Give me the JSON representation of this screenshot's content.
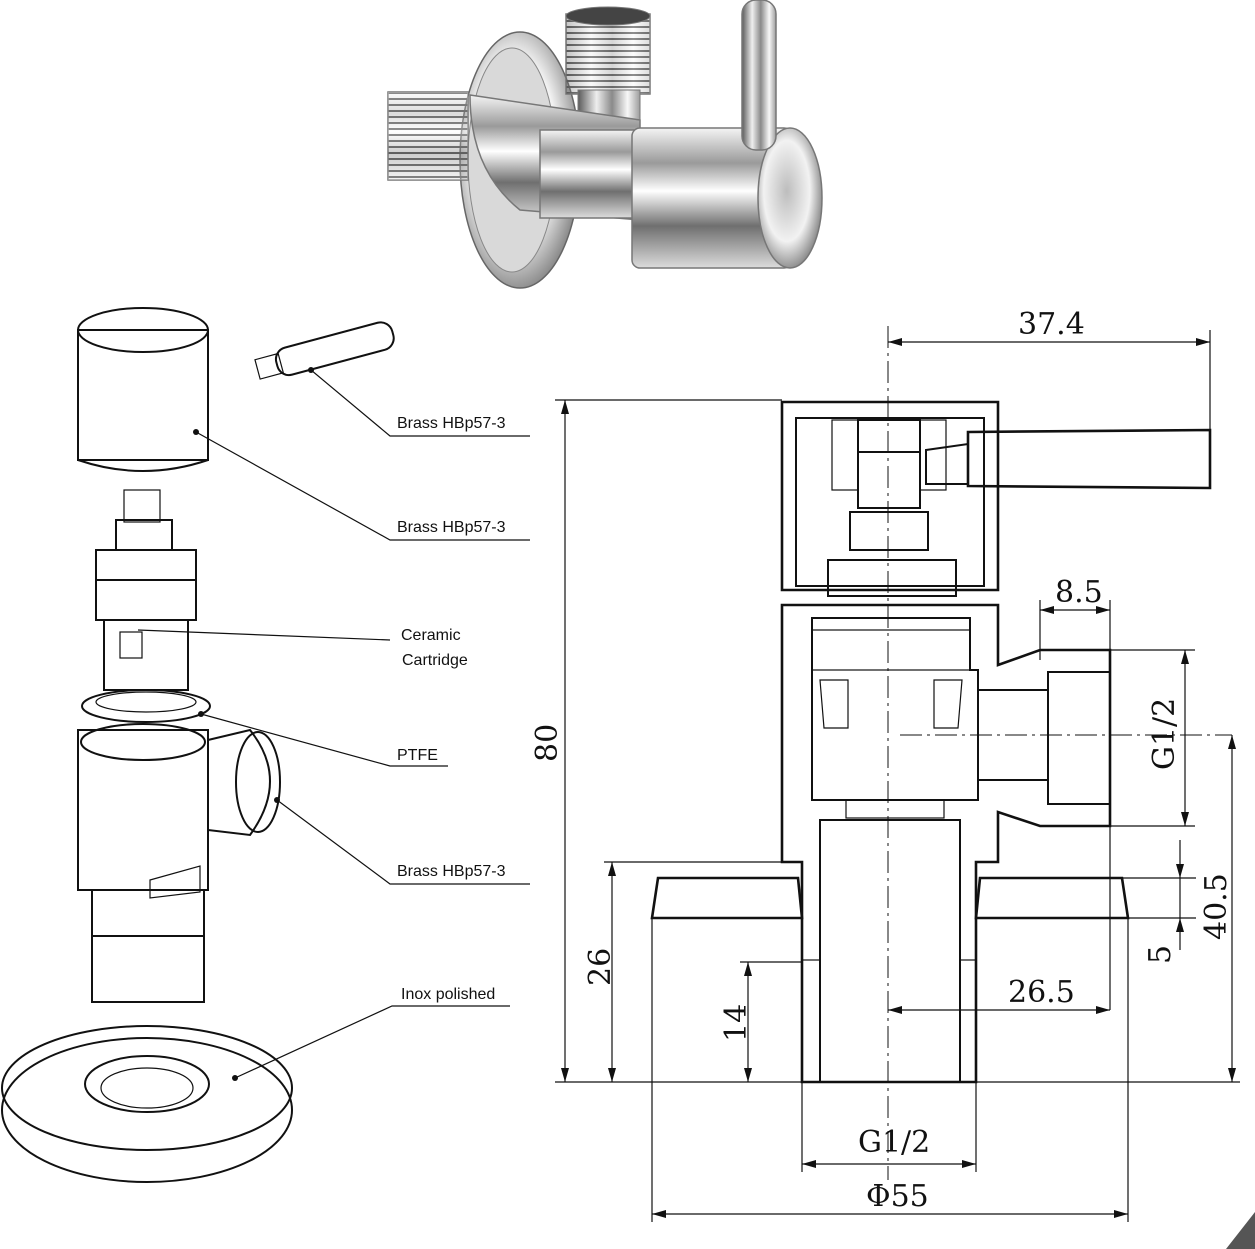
{
  "callouts": {
    "lever": "Brass HBp57-3",
    "handle_cap": "Brass HBp57-3",
    "cartridge_line1": "Ceramic",
    "cartridge_line2": "Cartridge",
    "ptfe": "PTFE",
    "body": "Brass HBp57-3",
    "escutcheon": "Inox polished"
  },
  "dimensions": {
    "lever_reach": "37.4",
    "outlet_depth": "8.5",
    "outlet_thread": "G1/2",
    "total_height": "80",
    "flange_height": "26",
    "inlet_thread_length": "14",
    "outlet_height": "40.5",
    "flange_thickness": "5",
    "outlet_offset": "26.5",
    "inlet_thread": "G1/2",
    "flange_diameter": "Φ55"
  }
}
